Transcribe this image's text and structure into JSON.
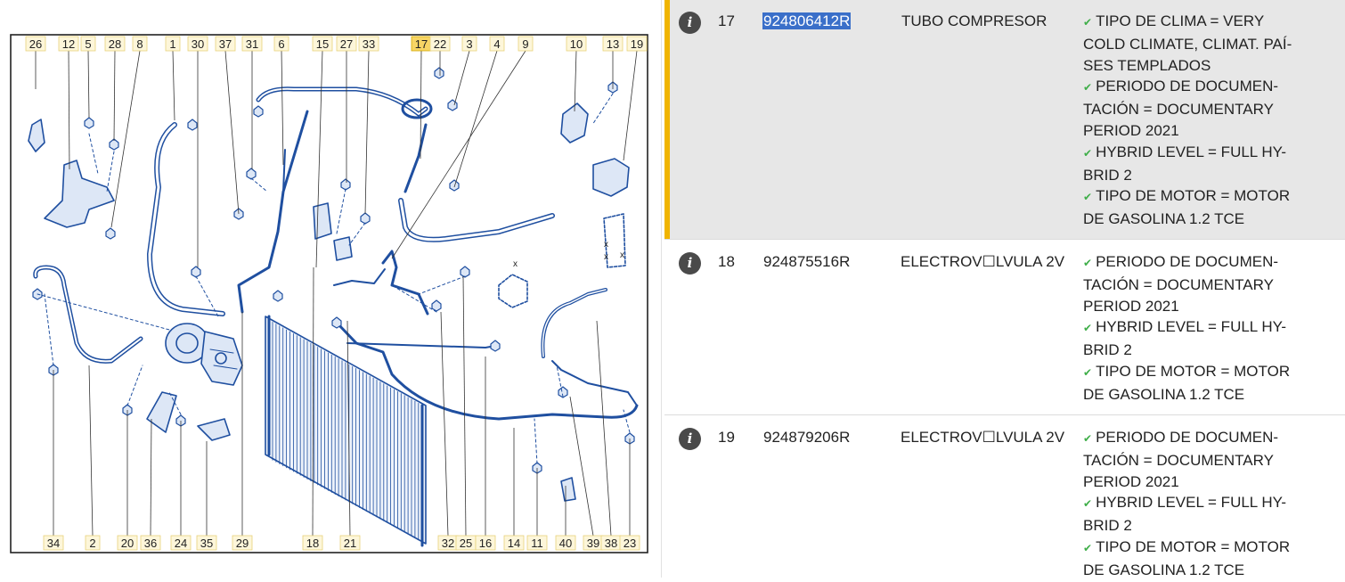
{
  "diagram": {
    "top_labels": [
      "26",
      "12",
      "5",
      "28",
      "8",
      "1",
      "30",
      "37",
      "31",
      "6",
      "15",
      "27",
      "33",
      "17",
      "22",
      "3",
      "4",
      "9",
      "10",
      "13",
      "19"
    ],
    "bottom_labels": [
      "34",
      "2",
      "20",
      "36",
      "24",
      "35",
      "29",
      "18",
      "21",
      "32",
      "25",
      "16",
      "14",
      "11",
      "40",
      "39",
      "38",
      "23"
    ],
    "highlighted": "17",
    "axis_letters": [
      "x",
      "x",
      "x",
      "x"
    ]
  },
  "parts": [
    {
      "index": "17",
      "part_number": "924806412R",
      "name": "TUBO COMPRESOR",
      "info_icon": "i",
      "check_icon": "✔",
      "selected": true,
      "attr_lines": [
        {
          "check": true,
          "text": "TIPO DE CLIMA = VERY"
        },
        {
          "check": false,
          "text": "COLD CLIMATE, CLIMAT. PAÍ-"
        },
        {
          "check": false,
          "text": "SES TEMPLADOS"
        },
        {
          "check": true,
          "text": "PERIODO DE DOCUMEN-"
        },
        {
          "check": false,
          "text": "TACIÓN = DOCUMENTARY"
        },
        {
          "check": false,
          "text": "PERIOD 2021"
        },
        {
          "check": true,
          "text": "HYBRID LEVEL = FULL HY-"
        },
        {
          "check": false,
          "text": "BRID 2"
        },
        {
          "check": true,
          "text": "TIPO DE MOTOR = MOTOR"
        },
        {
          "check": false,
          "text": "DE GASOLINA 1.2 TCE"
        }
      ]
    },
    {
      "index": "18",
      "part_number": "924875516R",
      "name": "ELECTROV☐LVULA 2V",
      "info_icon": "i",
      "check_icon": "✔",
      "selected": false,
      "attr_lines": [
        {
          "check": true,
          "text": "PERIODO DE DOCUMEN-"
        },
        {
          "check": false,
          "text": "TACIÓN = DOCUMENTARY"
        },
        {
          "check": false,
          "text": "PERIOD 2021"
        },
        {
          "check": true,
          "text": "HYBRID LEVEL = FULL HY-"
        },
        {
          "check": false,
          "text": "BRID 2"
        },
        {
          "check": true,
          "text": "TIPO DE MOTOR = MOTOR"
        },
        {
          "check": false,
          "text": "DE GASOLINA 1.2 TCE"
        }
      ]
    },
    {
      "index": "19",
      "part_number": "924879206R",
      "name": "ELECTROV☐LVULA 2V",
      "info_icon": "i",
      "check_icon": "✔",
      "selected": false,
      "attr_lines": [
        {
          "check": true,
          "text": "PERIODO DE DOCUMEN-"
        },
        {
          "check": false,
          "text": "TACIÓN = DOCUMENTARY"
        },
        {
          "check": false,
          "text": "PERIOD 2021"
        },
        {
          "check": true,
          "text": "HYBRID LEVEL = FULL HY-"
        },
        {
          "check": false,
          "text": "BRID 2"
        },
        {
          "check": true,
          "text": "TIPO DE MOTOR = MOTOR"
        },
        {
          "check": false,
          "text": "DE GASOLINA 1.2 TCE"
        }
      ]
    }
  ],
  "colors": {
    "diagram_line": "#1f4fa0",
    "diagram_fill": "#dde7f6",
    "label_box_fill": "#fdf6da",
    "label_box_stroke": "#e8d27a",
    "highlight_fill": "#f7d565",
    "selection_bar": "#f0b400",
    "check": "#3fae49",
    "selected_part_bg": "#3a6fc9"
  }
}
